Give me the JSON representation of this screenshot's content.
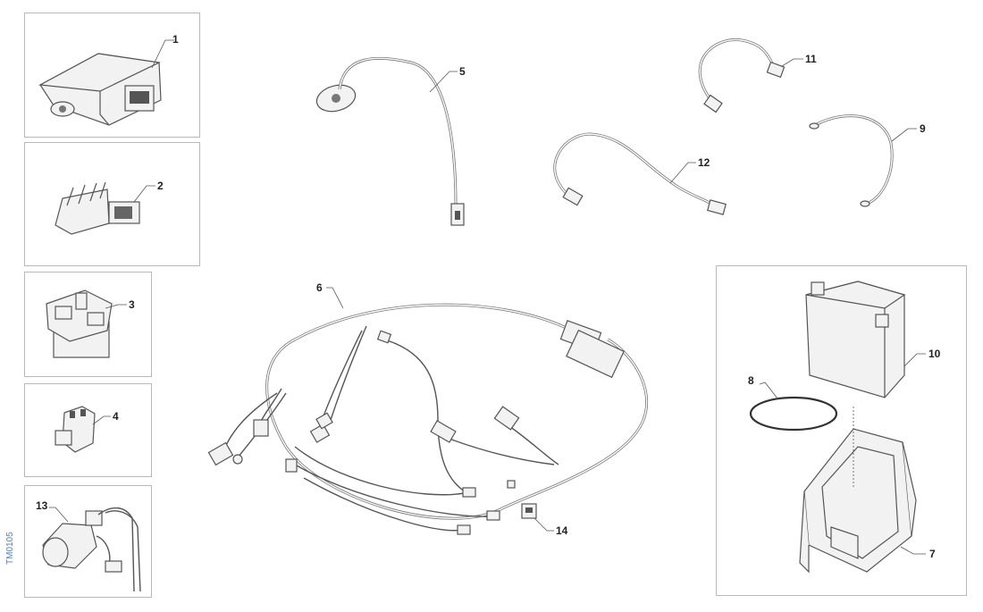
{
  "diagram": {
    "reference_code": "TM0105",
    "callouts": [
      "1",
      "2",
      "3",
      "4",
      "5",
      "6",
      "7",
      "8",
      "9",
      "10",
      "11",
      "12",
      "13",
      "14"
    ]
  }
}
